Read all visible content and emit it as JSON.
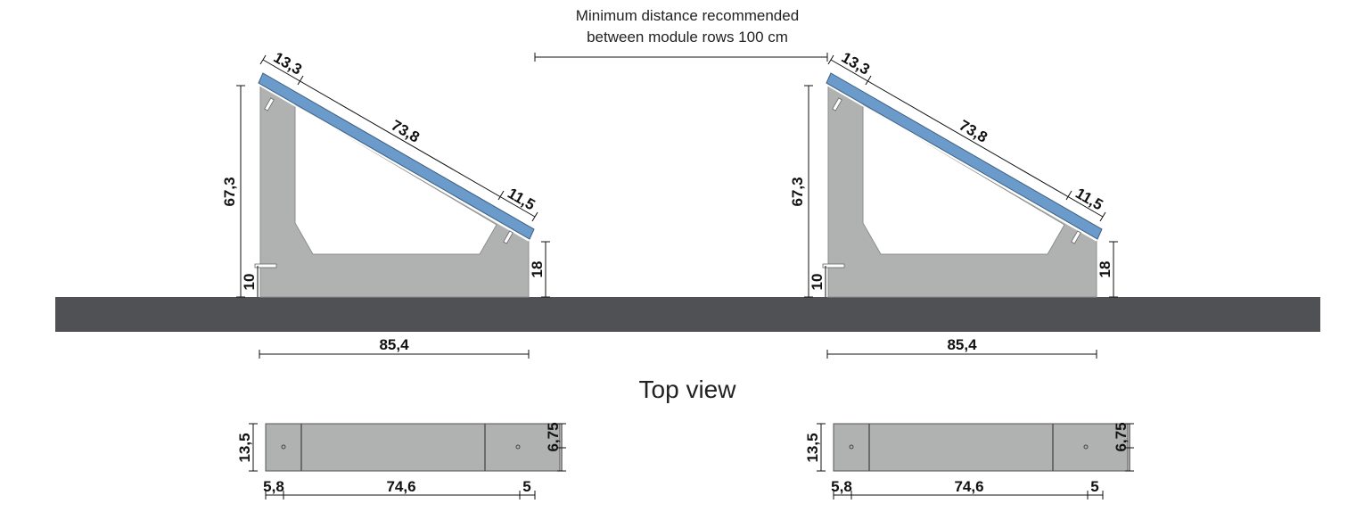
{
  "header": {
    "line1": "Minimum distance recommended",
    "line2": "between module rows 100 cm"
  },
  "side_view": {
    "panel_top_offset": "13,3",
    "panel_span": "73,8",
    "panel_bottom_offset": "11,5",
    "height_total": "67,3",
    "height_peg": "10",
    "height_front": "18",
    "base_length": "85,4"
  },
  "top_view": {
    "title": "Top view",
    "width": "13,5",
    "half_width": "6,75",
    "left_offset": "5,8",
    "middle_span": "74,6",
    "right_offset": "5"
  },
  "colors": {
    "panel": "#6a9bcb",
    "concrete": "#b0b2b2",
    "ground": "#505155"
  }
}
